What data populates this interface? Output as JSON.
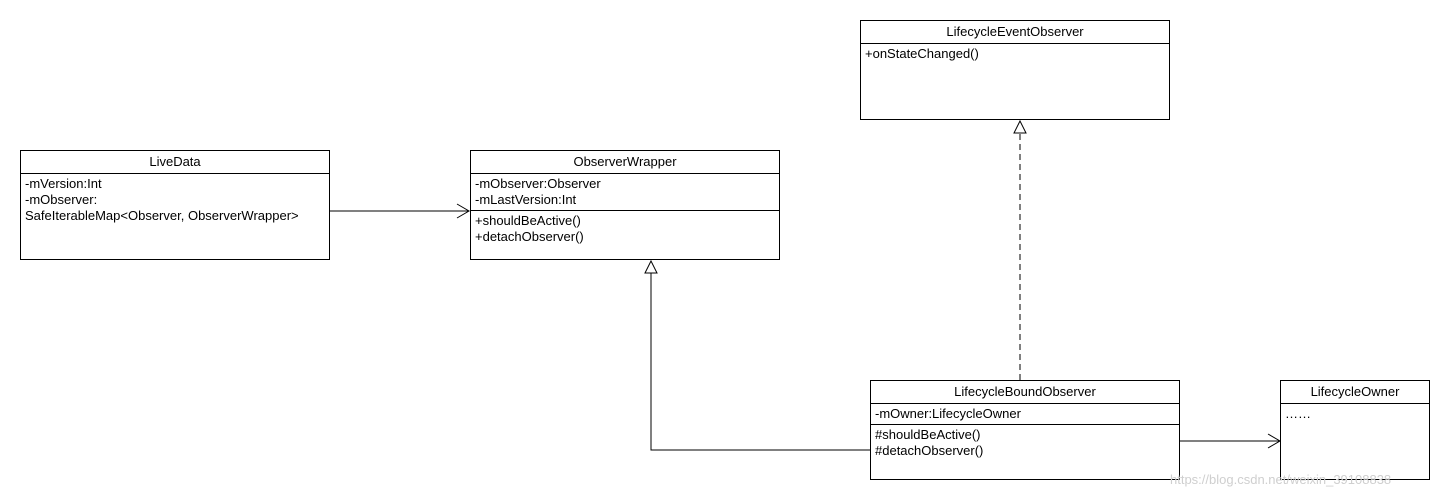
{
  "classes": {
    "livedata": {
      "name": "LiveData",
      "attributes": [
        "-mVersion:Int",
        "-mObserver:",
        "SafeIterableMap<Observer, ObserverWrapper>"
      ]
    },
    "observer_wrapper": {
      "name": "ObserverWrapper",
      "attributes": [
        "-mObserver:Observer",
        "-mLastVersion:Int"
      ],
      "methods": [
        "+shouldBeActive()",
        "+detachObserver()"
      ]
    },
    "lifecycle_event_observer": {
      "name": "LifecycleEventObserver",
      "methods": [
        "+onStateChanged()"
      ]
    },
    "lifecycle_bound_observer": {
      "name": "LifecycleBoundObserver",
      "attributes": [
        "-mOwner:LifecycleOwner"
      ],
      "methods": [
        "#shouldBeActive()",
        "#detachObserver()"
      ]
    },
    "lifecycle_owner": {
      "name": "LifecycleOwner",
      "attributes": [
        "……"
      ]
    }
  },
  "relations": [
    {
      "from": "LiveData",
      "to": "ObserverWrapper",
      "type": "association"
    },
    {
      "from": "LifecycleBoundObserver",
      "to": "ObserverWrapper",
      "type": "generalization"
    },
    {
      "from": "LifecycleBoundObserver",
      "to": "LifecycleEventObserver",
      "type": "realization"
    },
    {
      "from": "LifecycleBoundObserver",
      "to": "LifecycleOwner",
      "type": "association"
    }
  ],
  "watermark": "https://blog.csdn.net/weixin_39108838"
}
